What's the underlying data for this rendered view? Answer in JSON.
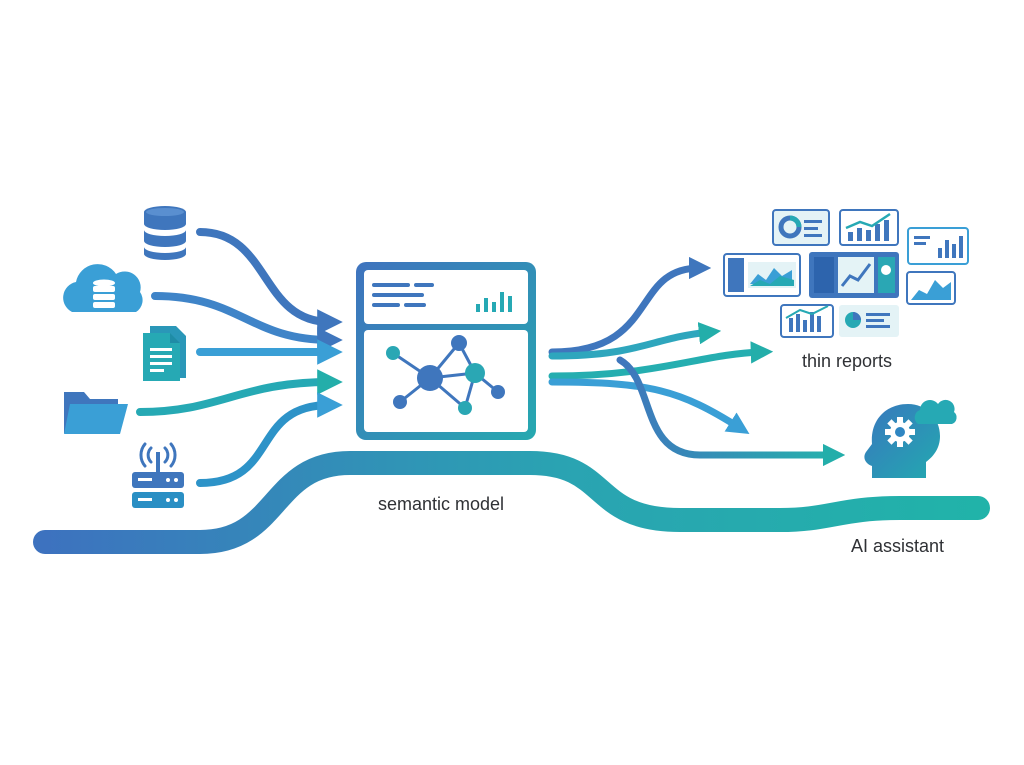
{
  "labels": {
    "semantic_model": "semantic model",
    "thin_reports": "thin reports",
    "ai_assistant": "AI assistant"
  },
  "sources": [
    {
      "icon": "database-icon"
    },
    {
      "icon": "cloud-database-icon"
    },
    {
      "icon": "document-icon"
    },
    {
      "icon": "folder-icon"
    },
    {
      "icon": "network-device-icon"
    }
  ],
  "colors": {
    "blue": "#3f76bd",
    "mid_blue": "#3a9fd6",
    "teal": "#22aeb0",
    "light_panel": "#e4f3f6"
  }
}
